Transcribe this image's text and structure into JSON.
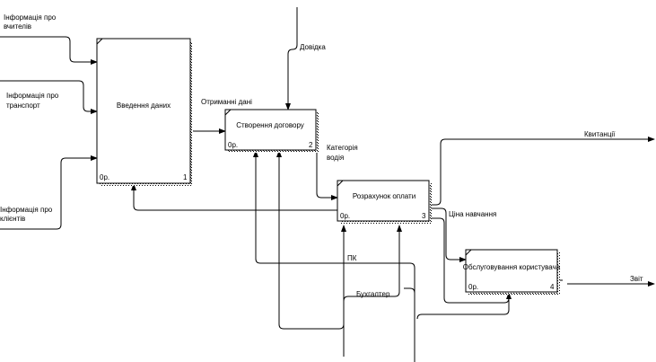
{
  "boxes": [
    {
      "id": "b1",
      "title": "Введення даних",
      "cost": "0р.",
      "num": "1"
    },
    {
      "id": "b2",
      "title": "Створення договору",
      "cost": "0р.",
      "num": "2"
    },
    {
      "id": "b3",
      "title": "Розрахунок оплати",
      "cost": "0р.",
      "num": "3"
    },
    {
      "id": "b4",
      "title": "Обслуговування користувача",
      "cost": "0р.",
      "num": "4"
    }
  ],
  "arrows": {
    "teachers": [
      "Інформація про",
      "вчителів"
    ],
    "transport": [
      "Інформація про",
      "транспорт"
    ],
    "clients": [
      "Інформація про",
      "клієнтів"
    ],
    "reference": "Довідка",
    "received": "Отриманні дані",
    "category": [
      "Категорія",
      "водія"
    ],
    "receipts": "Квитанції",
    "price": "Ціна навчання",
    "pc": "ПК",
    "accountant": "Бухгалтер",
    "report": "Звіт"
  }
}
